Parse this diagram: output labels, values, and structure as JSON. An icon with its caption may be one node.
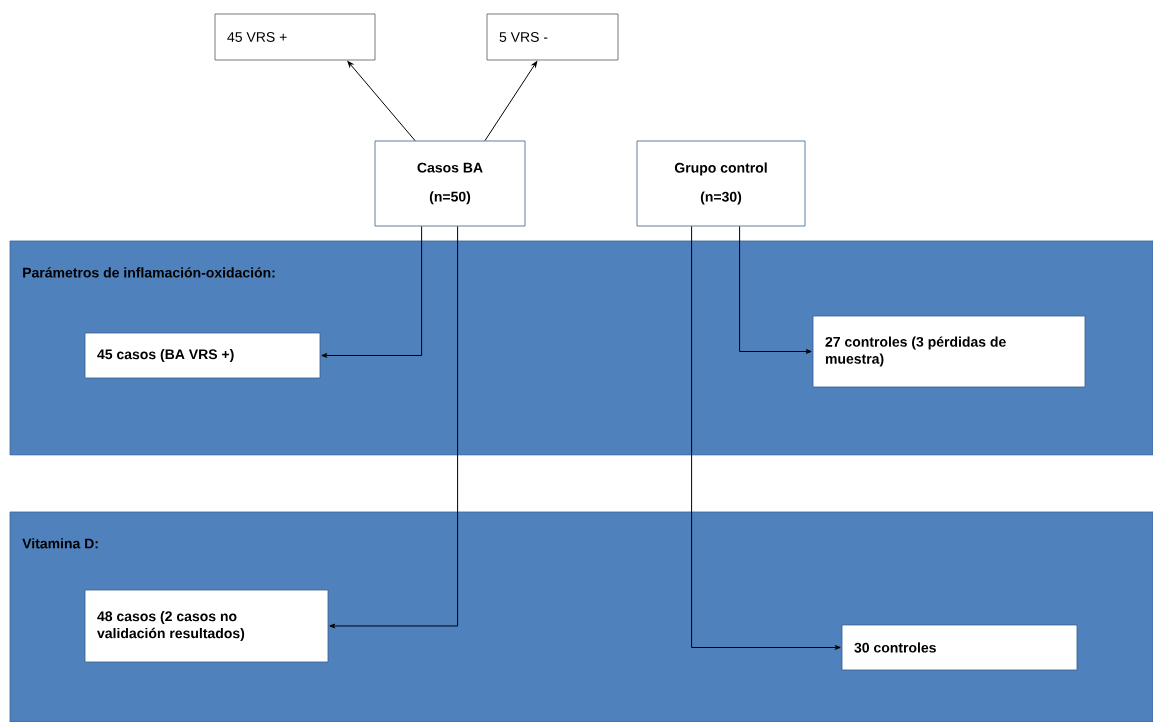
{
  "diagram": {
    "nodes": [
      {
        "text": [
          "45 VRS +"
        ]
      },
      {
        "text": [
          "5 VRS -"
        ]
      },
      {
        "text": [
          "Casos BA",
          "(n=50)"
        ]
      },
      {
        "text": [
          "Grupo control",
          "(n=30)"
        ]
      },
      {
        "text": [
          "Parámetros de inflamación-oxidación:"
        ]
      },
      {
        "text": [
          "45 casos (BA VRS +)"
        ],
        "in": 4
      },
      {
        "text": [
          "27 controles (3 pérdidas de muestra)"
        ],
        "in": 4
      },
      {
        "text": [
          "Vitamina D:"
        ]
      },
      {
        "text": [
          "48 casos (2 casos no validación resultados)"
        ],
        "in": 7
      },
      {
        "text": [
          "30 controles"
        ],
        "in": 7
      }
    ],
    "edges": [
      {
        "from": 2,
        "to": 0,
        "arrow": "to"
      },
      {
        "from": 2,
        "to": 1,
        "arrow": "to"
      },
      {
        "from": 2,
        "to": 5,
        "arrow": "to"
      },
      {
        "from": 2,
        "to": 8,
        "arrow": "to"
      },
      {
        "from": 3,
        "to": 6,
        "arrow": "to"
      },
      {
        "from": 3,
        "to": 9,
        "arrow": "to"
      }
    ]
  }
}
